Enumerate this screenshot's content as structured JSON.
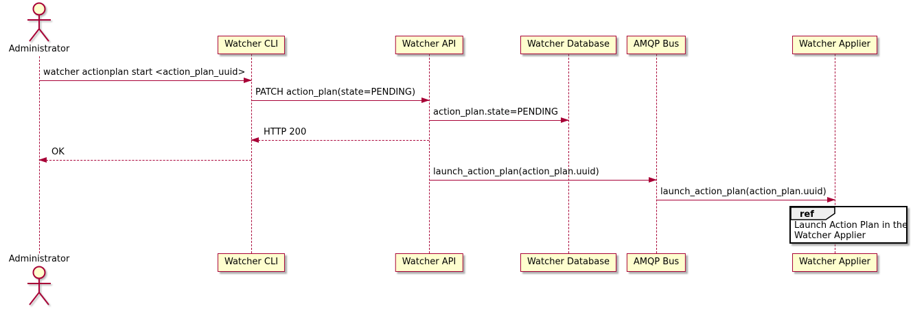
{
  "diagram": {
    "type": "uml-sequence-diagram",
    "actor": {
      "label": "Administrator"
    },
    "participants": [
      {
        "label": "Watcher CLI"
      },
      {
        "label": "Watcher API"
      },
      {
        "label": "Watcher Database"
      },
      {
        "label": "AMQP Bus"
      },
      {
        "label": "Watcher Applier"
      }
    ],
    "messages": [
      {
        "from": "Administrator",
        "to": "Watcher CLI",
        "label": "watcher actionplan start <action_plan_uuid>",
        "line": "solid",
        "direction": "right"
      },
      {
        "from": "Watcher CLI",
        "to": "Watcher API",
        "label": "PATCH action_plan(state=PENDING)",
        "line": "solid",
        "direction": "right"
      },
      {
        "from": "Watcher API",
        "to": "Watcher Database",
        "label": "action_plan.state=PENDING",
        "line": "solid",
        "direction": "right"
      },
      {
        "from": "Watcher API",
        "to": "Watcher CLI",
        "label": "HTTP 200",
        "line": "dashed",
        "direction": "left"
      },
      {
        "from": "Watcher CLI",
        "to": "Administrator",
        "label": "OK",
        "line": "dashed",
        "direction": "left"
      },
      {
        "from": "Watcher API",
        "to": "AMQP Bus",
        "label": "launch_action_plan(action_plan.uuid)",
        "line": "solid",
        "direction": "right"
      },
      {
        "from": "AMQP Bus",
        "to": "Watcher Applier",
        "label": "launch_action_plan(action_plan.uuid)",
        "line": "solid",
        "direction": "right"
      }
    ],
    "ref": {
      "keyword": "ref",
      "line1": "Launch Action Plan in the",
      "line2": "Watcher Applier"
    },
    "colors": {
      "accent": "#A80036",
      "participant_fill": "#FEFECE",
      "ref_header_fill": "#EEEEEE",
      "ref_border": "#000000",
      "text": "#000000",
      "background": "#FFFFFF"
    }
  }
}
